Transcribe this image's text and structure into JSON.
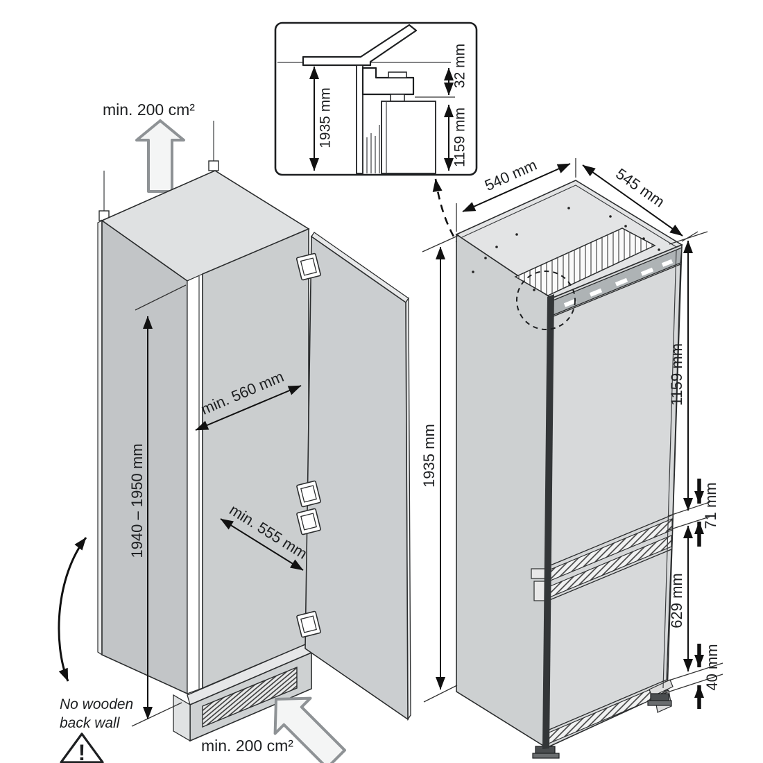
{
  "diagram": {
    "inset": {
      "niche_height": "1935 mm",
      "top_gap": "32 mm",
      "upper_door": "1159 mm"
    },
    "niche": {
      "vent_top": "min. 200 cm²",
      "vent_bottom": "min. 200 cm²",
      "height": "1940 – 1950 mm",
      "depth": "min. 560 mm",
      "door_clearance": "min. 555 mm",
      "warning_line1": "No wooden",
      "warning_line2": "back wall",
      "warning_mark": "!"
    },
    "appliance": {
      "width": "540 mm",
      "depth": "545 mm",
      "height": "1935 mm",
      "upper_door": "1159 mm",
      "hinge_gap": "71 mm",
      "lower_door": "629 mm",
      "bottom_vent": "40 mm"
    },
    "colors": {
      "line": "#1f2224",
      "panel_light": "#e0e2e3",
      "panel_mid": "#cbcecf",
      "panel_shadow": "#c2c5c7",
      "vent_arrow_stroke": "#8e9295",
      "vent_arrow_fill": "#f4f5f5"
    }
  }
}
